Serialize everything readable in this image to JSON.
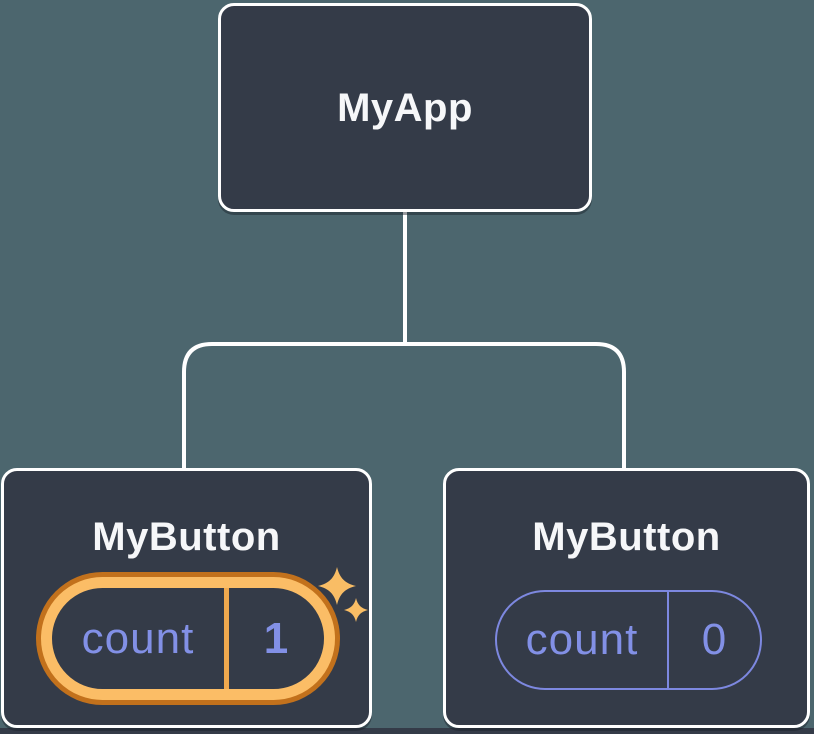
{
  "colors": {
    "background": "#4C666E",
    "node_fill": "#343B48",
    "node_border": "#FFFFFF",
    "connector": "#FFFFFF",
    "title_text": "#F6F7F9",
    "state_text": "#8290E6",
    "state_pill_border": "#7D88E0",
    "highlight_ring_outer": "#C2711C",
    "highlight_ring_inner": "#FBBD66",
    "highlight_divider": "#F0A94E",
    "sparkle": "#F9BD65",
    "bottom_strip": "#343B48"
  },
  "diagram": {
    "type": "component-tree",
    "root": {
      "label": "MyApp"
    },
    "children": [
      {
        "label": "MyButton",
        "state": {
          "key": "count",
          "value": "1"
        },
        "highlighted": true,
        "icon": "sparkles-icon"
      },
      {
        "label": "MyButton",
        "state": {
          "key": "count",
          "value": "0"
        },
        "highlighted": false
      }
    ]
  }
}
